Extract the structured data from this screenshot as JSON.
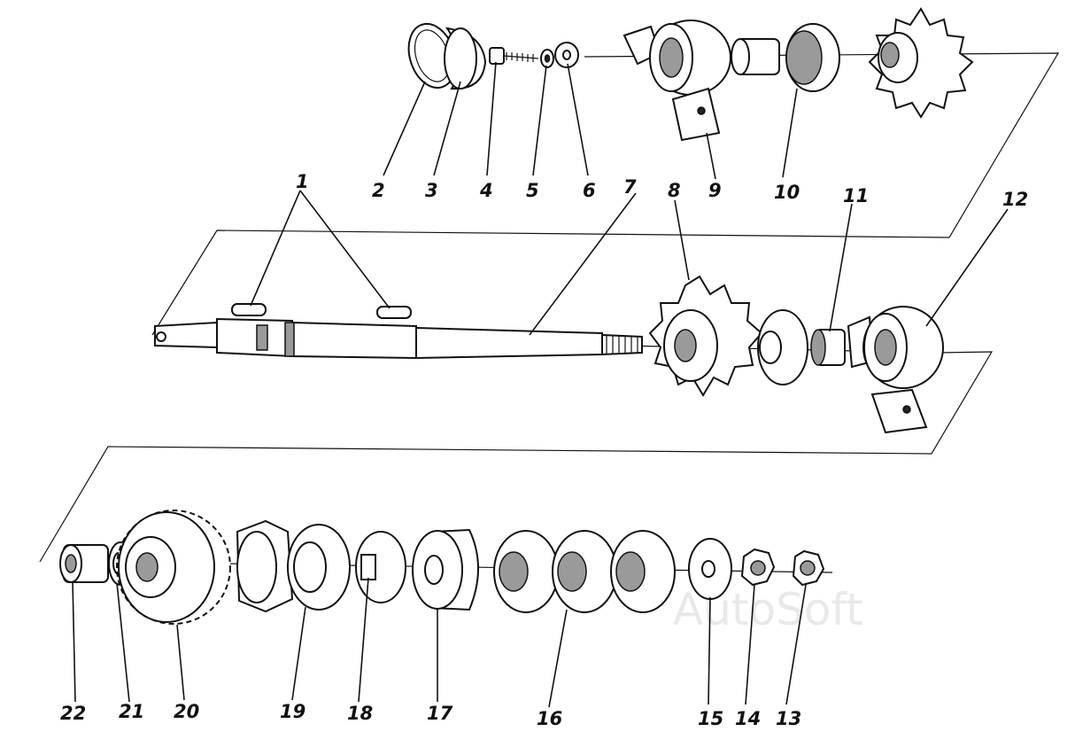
{
  "watermark": "AutoSoft",
  "labels": [
    "1",
    "2",
    "3",
    "4",
    "5",
    "6",
    "7",
    "8",
    "9",
    "10",
    "11",
    "12",
    "13",
    "14",
    "15",
    "16",
    "17",
    "18",
    "19",
    "20",
    "21",
    "22"
  ]
}
